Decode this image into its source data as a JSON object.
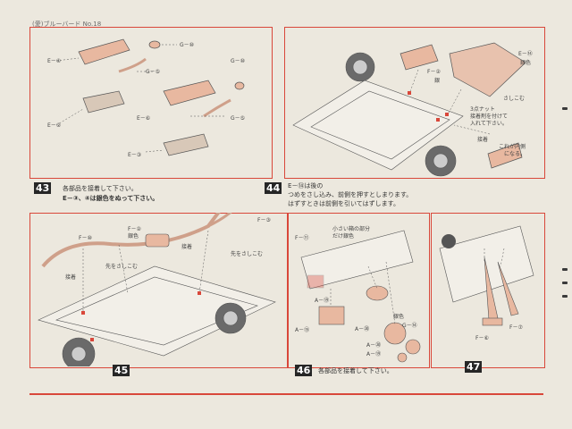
{
  "header": "(愛)ブルーバード No.18",
  "steps": [
    {
      "num": "43",
      "lines": [
        "各部品を接着して下さい。",
        "E－③、④は銀色をぬって下さい。"
      ]
    },
    {
      "num": "44",
      "lines": [
        "E－⑭は後の",
        "つめをさし込み、前側を押すとしまります。",
        "はずすときは前側を引いてはずします。"
      ]
    },
    {
      "num": "45",
      "lines": []
    },
    {
      "num": "46",
      "lines": [
        "各部品を接着して下さい。"
      ]
    },
    {
      "num": "47",
      "lines": []
    }
  ],
  "labels43": [
    "E－④",
    "E－②",
    "E－⑥",
    "E－③",
    "G－⑩",
    "G－⑤",
    "G－⑩",
    "G－⑤"
  ],
  "labels44": [
    "E－⑭",
    "銀色",
    "F－②",
    "銀",
    "さしこむ",
    "3点ナット",
    "接着剤を付けて",
    "入れて下さい。",
    "接着",
    "これが内側",
    "になる。"
  ],
  "labels45": [
    "F－⑩",
    "銀色",
    "F－②",
    "F－③",
    "接着",
    "接着",
    "先をさしこむ",
    "先をさしこむ"
  ],
  "labels46": [
    "F－⑪",
    "小さい箱の部分",
    "だけ銀色",
    "A－⑮",
    "A－⑲",
    "A－⑳",
    "G－⑭",
    "銀色",
    "A－⑳",
    "A－⑲"
  ],
  "labels47": [
    "F－⑥",
    "F－⑦"
  ]
}
